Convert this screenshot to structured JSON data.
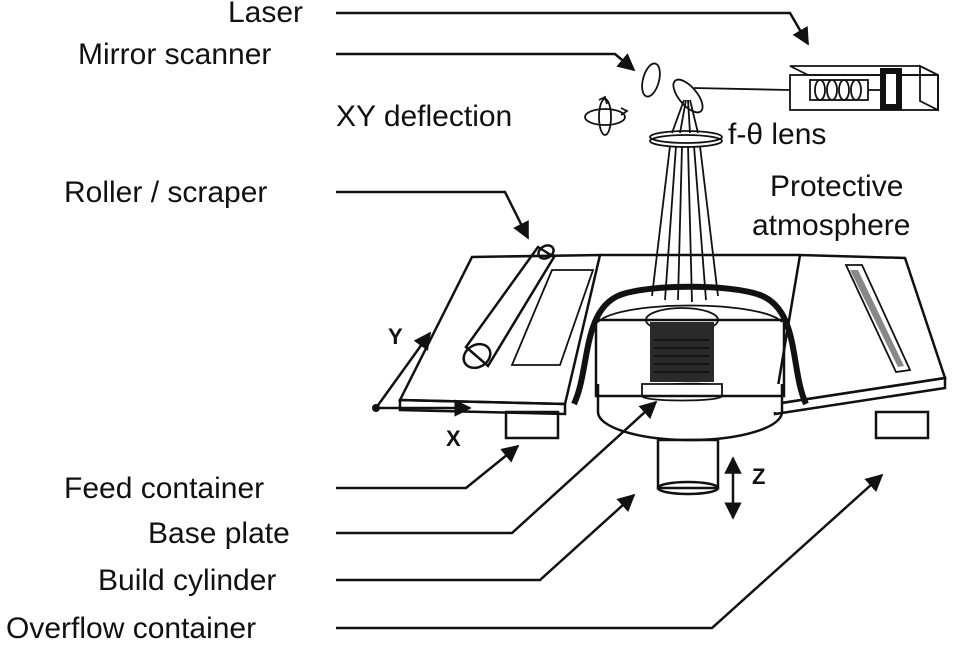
{
  "labels": {
    "laser": "Laser",
    "mirror_scanner": "Mirror scanner",
    "xy_deflection": "XY deflection",
    "f_theta_lens": "f-θ lens",
    "roller_scraper": "Roller / scraper",
    "protective_atmosphere_1": "Protective",
    "protective_atmosphere_2": "atmosphere",
    "feed_container": "Feed container",
    "base_plate": "Base plate",
    "build_cylinder": "Build cylinder",
    "overflow_container": "Overflow container"
  },
  "axes": {
    "x": "X",
    "y": "Y",
    "z": "Z"
  },
  "colors": {
    "ink": "#111111",
    "powder_fill": "#9a9a9a",
    "part_dark": "#2a2a2a",
    "background": "#ffffff"
  }
}
